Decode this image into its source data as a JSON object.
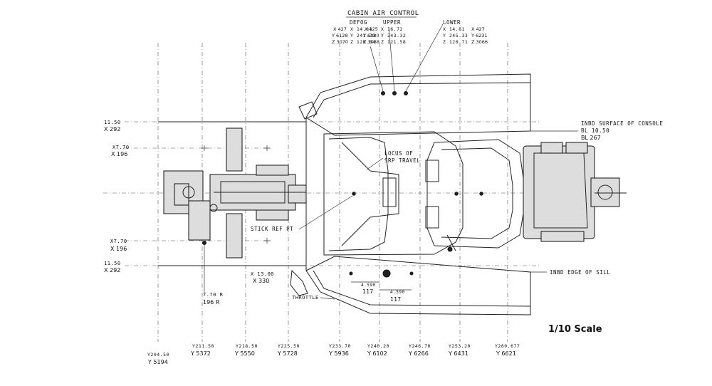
{
  "title": "CABIN AIR CONTROL",
  "scale_label": "1/10 Scale",
  "controls": {
    "defog": {
      "label": "DEFOG",
      "c1": [
        "X 427",
        "Y 6128",
        "Z 3070"
      ],
      "c2": [
        "X 14.81",
        "Y 241.29",
        "Z 120.84"
      ]
    },
    "upper": {
      "label": "UPPER",
      "c1": [
        "X 425",
        "Y 6180",
        "Z 3088"
      ],
      "c2": [
        "X 16.72",
        "Y 243.32",
        "Z 121.58"
      ]
    },
    "lower": {
      "label": "LOWER",
      "c1": [
        "X 14.81",
        "Y 245.33",
        "Z 120.71"
      ],
      "c2": [
        "X 427",
        "Y 6231",
        "Z 3066"
      ]
    }
  },
  "left_dims": [
    {
      "top": "11.50",
      "bottom": "X 292"
    },
    {
      "top": "X7.70",
      "bottom": "X 196"
    },
    {
      "top": "X7.70",
      "bottom": "X 196"
    },
    {
      "top": "11.50",
      "bottom": "X 292"
    }
  ],
  "right_labels": {
    "console_line1": "INBD SURFACE OF CONSOLE",
    "console_line2": "BL 10.50",
    "console_line3": "BL 267",
    "sill": "INBD EDGE OF SILL"
  },
  "annotations": {
    "locus_line1": "LOCUS OF",
    "locus_line2": "SRP TRAVEL",
    "stick_ref": "STICK REF PT",
    "x1300_top": "X 13.00",
    "x1300_bottom": "X 330",
    "r770_top": "7.70 R",
    "r770_bottom": "196 R",
    "throttle": "THROTTLE",
    "dim1_top": "4.590",
    "dim1_bottom": "117",
    "dim2_top": "4.590",
    "dim2_bottom": "117"
  },
  "y_stations": [
    {
      "top": "Y204.50",
      "bottom": "Y 5194"
    },
    {
      "top": "Y211.50",
      "bottom": "Y 5372"
    },
    {
      "top": "Y218.50",
      "bottom": "Y 5550"
    },
    {
      "top": "Y225.50",
      "bottom": "Y 5728"
    },
    {
      "top": "Y233.70",
      "bottom": "Y 5936"
    },
    {
      "top": "Y240.20",
      "bottom": "Y 6102"
    },
    {
      "top": "Y246.70",
      "bottom": "Y 6266"
    },
    {
      "top": "Y253.20",
      "bottom": "Y 6431"
    },
    {
      "top": "Y260.677",
      "bottom": "Y 6621"
    }
  ]
}
